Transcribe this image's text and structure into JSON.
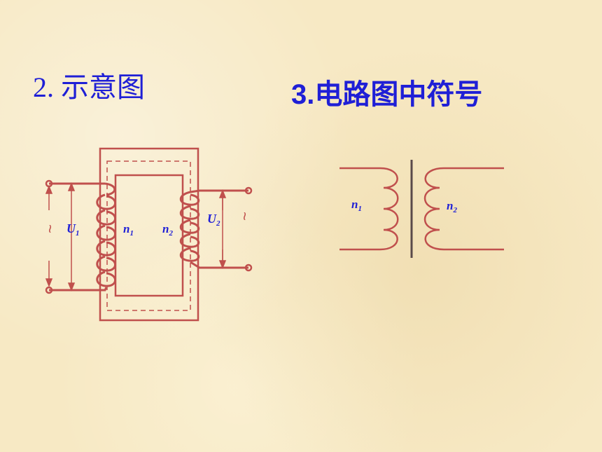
{
  "title_left": "2. 示意图",
  "title_right": "3.电路图中符号",
  "schematic": {
    "u1": "U",
    "u1_sub": "1",
    "u2": "U",
    "u2_sub": "2",
    "n1": "n",
    "n1_sub": "1",
    "n2": "n",
    "n2_sub": "2",
    "ac_symbol_left": "~",
    "ac_symbol_right": "~"
  },
  "symbol": {
    "n1": "n",
    "n1_sub": "1",
    "n2": "n",
    "n2_sub": "2"
  },
  "colors": {
    "wire": "#c0504d",
    "text": "#1f1fd6",
    "core_line": "#5a4a4a"
  }
}
